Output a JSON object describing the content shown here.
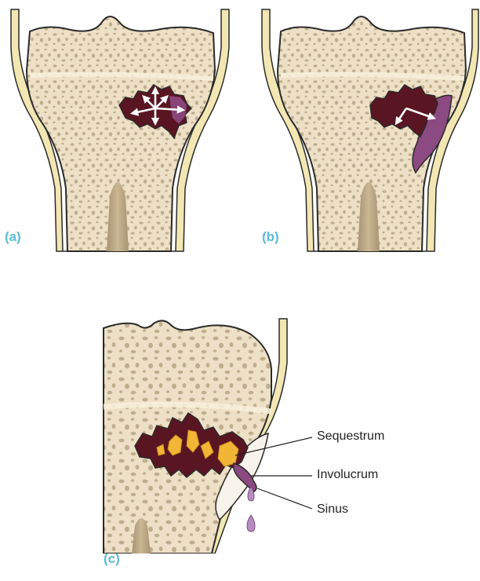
{
  "panels": [
    {
      "id": "a",
      "label": "(a)"
    },
    {
      "id": "b",
      "label": "(b)"
    },
    {
      "id": "c",
      "label": "(c)"
    }
  ],
  "callouts": {
    "sequestrum": "Sequestrum",
    "involucrum": "Involucrum",
    "sinus": "Sinus"
  },
  "colors": {
    "label": "#5bbcd6",
    "bone": "#ede0c6",
    "bone_pore": "#bfae8e",
    "outline": "#2a2a2a",
    "periosteum": "#f2e7b3",
    "necrosis": "#5a1522",
    "pus": "#8c4a82",
    "sequestrum": "#f2b636",
    "canal": "#b8a585"
  },
  "icons": {
    "arrow": "white-arrow-icon",
    "drop": "pus-drop-icon"
  }
}
